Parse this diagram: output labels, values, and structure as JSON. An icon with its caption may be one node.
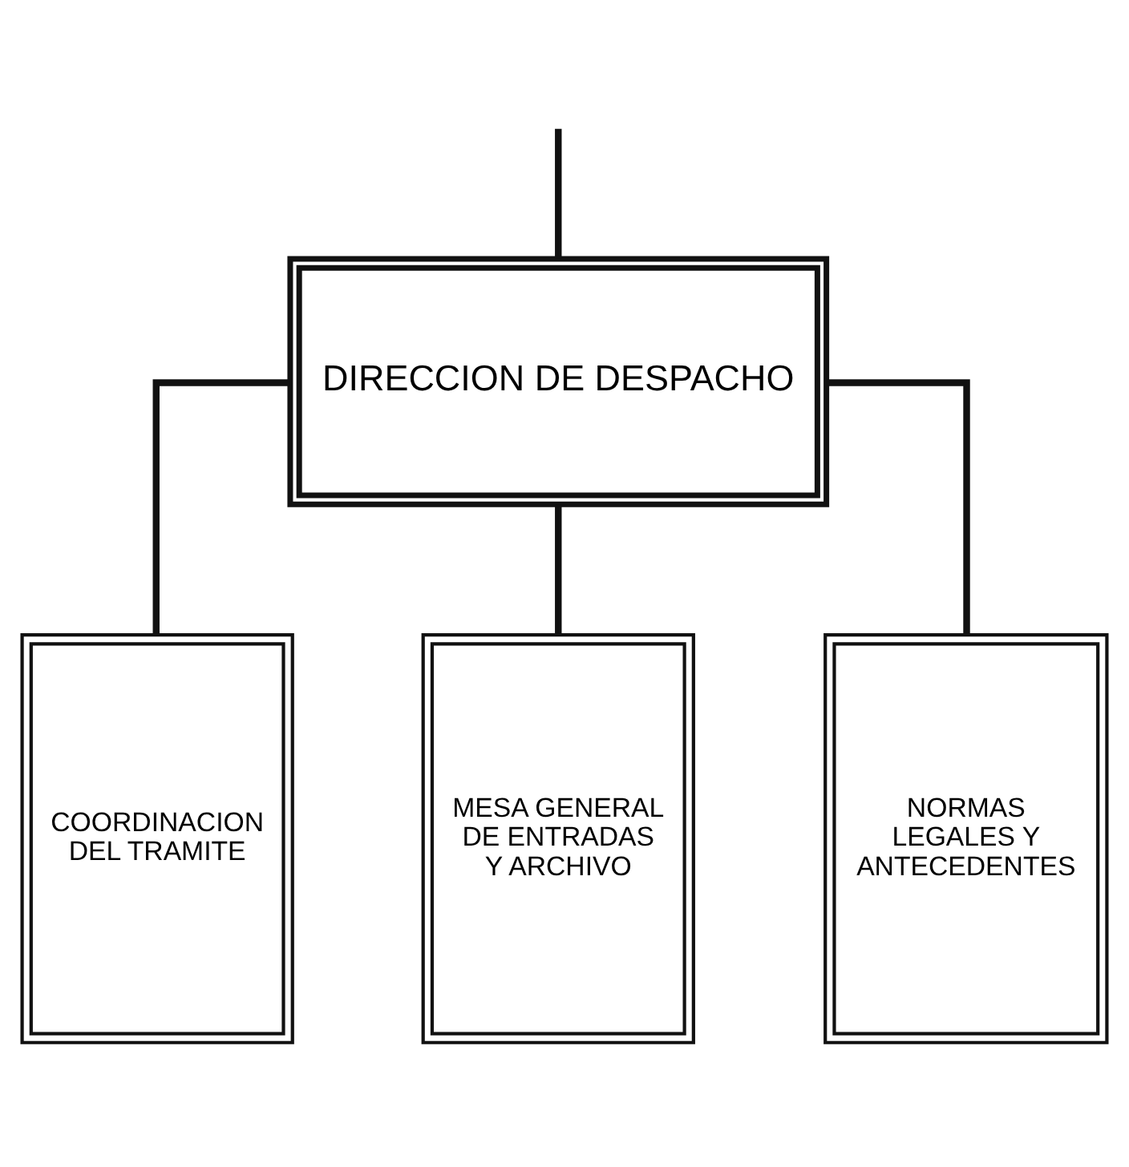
{
  "diagram": {
    "nodes": [
      {
        "text": [
          "DIRECCION DE DESPACHO"
        ]
      },
      {
        "text": [
          "COORDINACION DEL TRAMITE"
        ]
      },
      {
        "text": [
          "MESA GENERAL DE ENTRADAS Y ARCHIVO"
        ]
      },
      {
        "text": [
          "NORMAS LEGALES Y ANTECEDENTES"
        ]
      }
    ],
    "edges": [
      {
        "from": null,
        "to": 0,
        "arrow": "none"
      },
      {
        "from": 0,
        "to": 1,
        "arrow": "none"
      },
      {
        "from": 0,
        "to": 2,
        "arrow": "none"
      },
      {
        "from": 0,
        "to": 3,
        "arrow": "none"
      }
    ]
  }
}
